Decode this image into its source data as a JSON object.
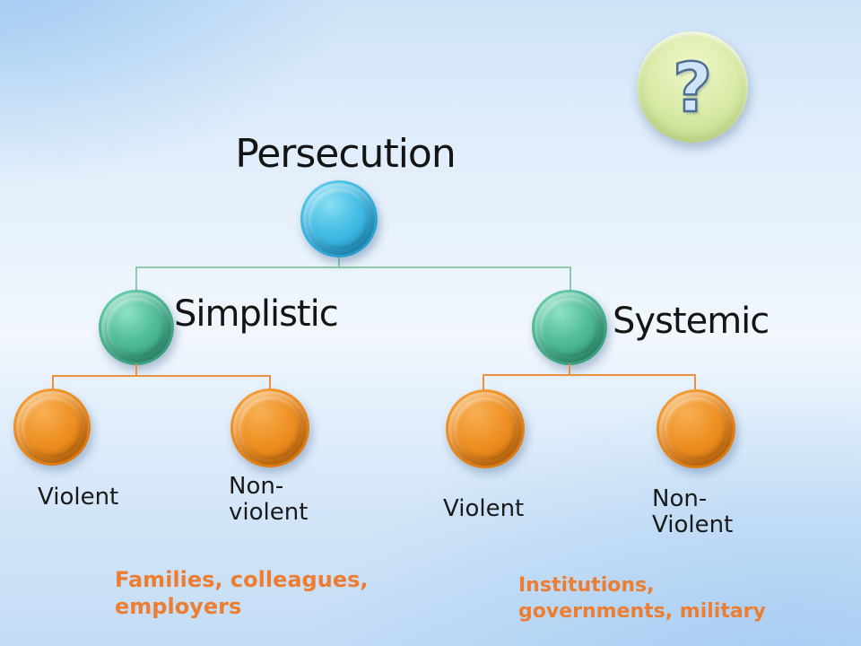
{
  "title": "Persecution",
  "badge": {
    "glyph": "?"
  },
  "tree": {
    "branches": [
      {
        "label": "Simplistic",
        "children": [
          {
            "lines": [
              "Violent",
              ""
            ]
          },
          {
            "lines": [
              "Non-",
              "violent"
            ]
          }
        ],
        "note": {
          "lines": [
            "Families, colleagues,",
            "employers"
          ]
        }
      },
      {
        "label": "Systemic",
        "children": [
          {
            "lines": [
              "Violent",
              ""
            ]
          },
          {
            "lines": [
              "Non-",
              "Violent"
            ]
          }
        ],
        "note": {
          "lines": [
            "Institutions,",
            "governments, military"
          ]
        }
      }
    ]
  },
  "colors": {
    "root_node": "#35b1de",
    "branch_node": "#45b595",
    "leaf_node": "#ec8c1c",
    "branch_connector": "#8ccaa8",
    "leaf_connector": "#e8923f",
    "note_text": "#ed7d31",
    "badge_fill": "#d7e9a4",
    "badge_glyph": "#cfe4f7",
    "title_text": "#141414"
  }
}
